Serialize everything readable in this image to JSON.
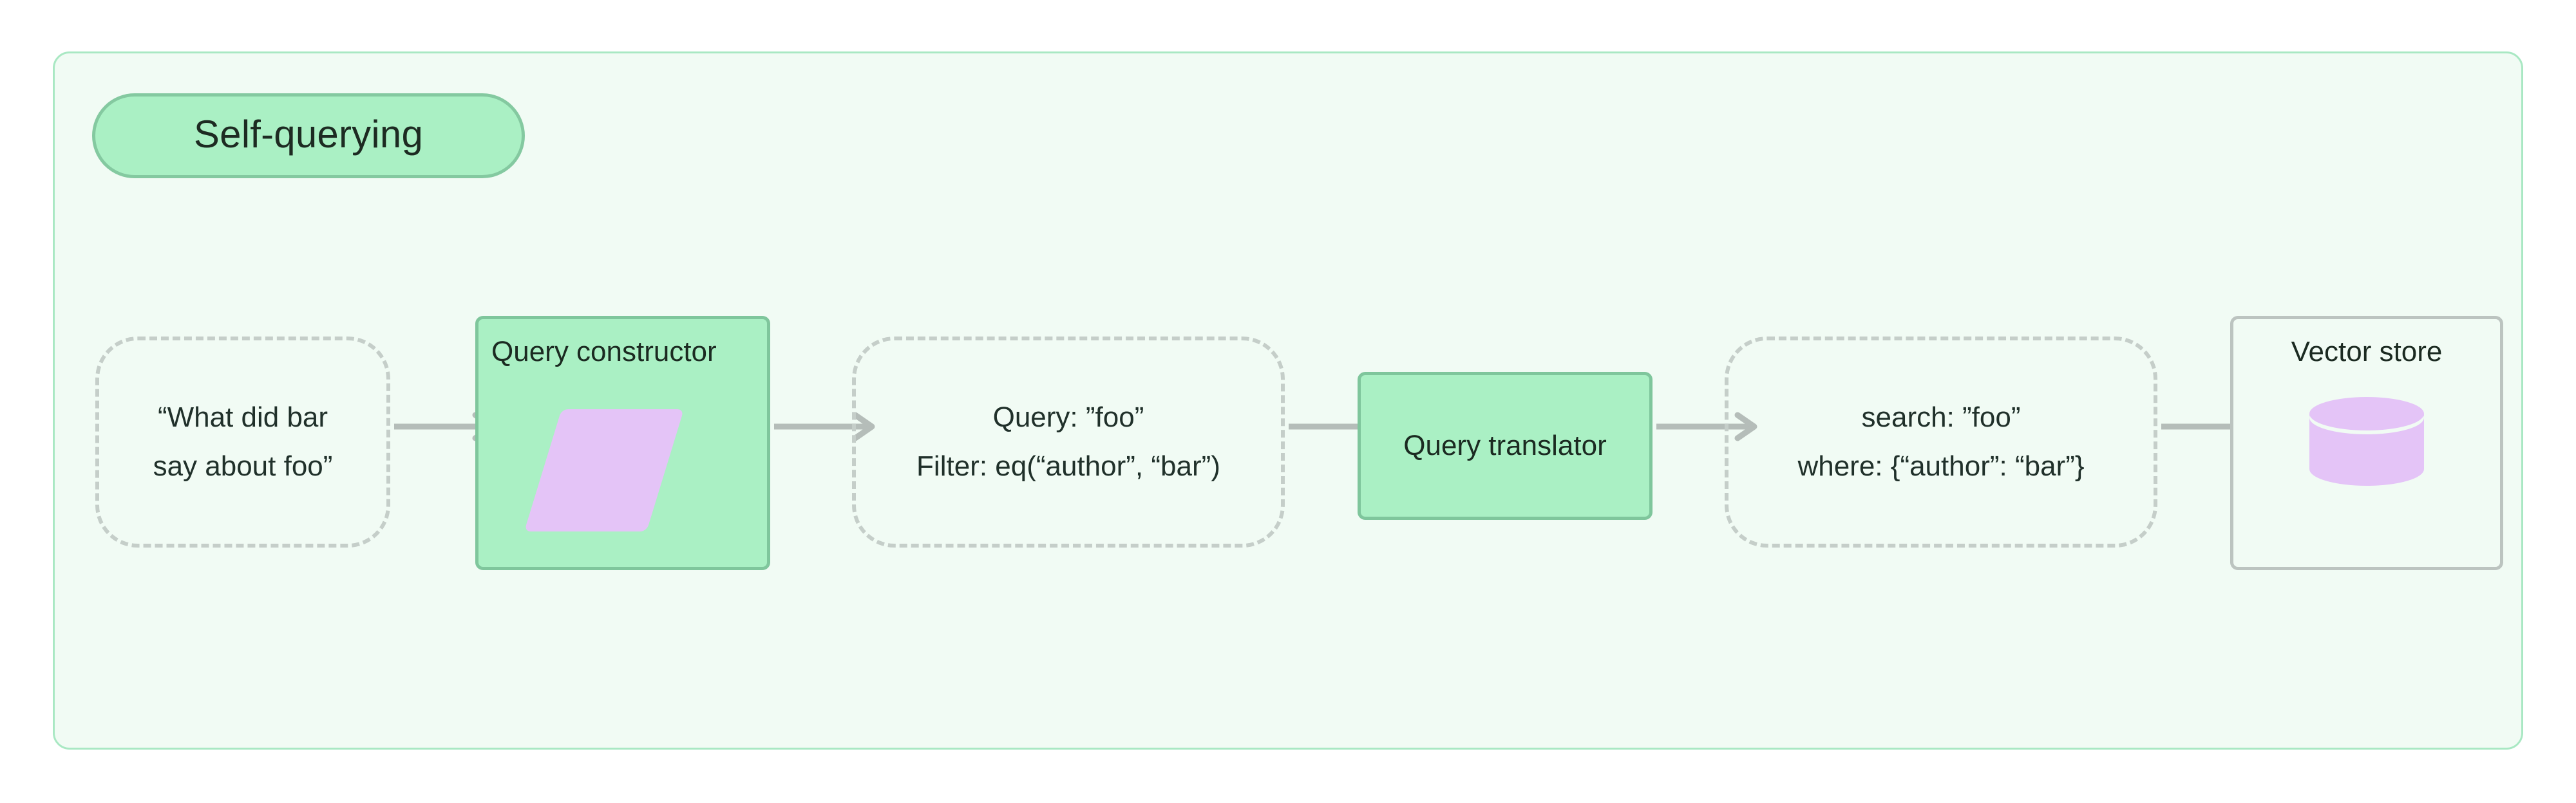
{
  "diagram": {
    "title": "Self-querying",
    "accent_green_fill": "#aaf0c4",
    "accent_green_border": "#7fc69c",
    "container_fill": "#f1fbf4",
    "container_border": "#a9e8c3",
    "dashed_border": "#c5cec9",
    "purple_shape": "#e4c4f7",
    "arrow_color": "#b5bdb9",
    "text_color": "#1b2a21"
  },
  "nodes": {
    "user_query": {
      "name": "user-query",
      "line1": "“What did bar",
      "line2": "say about foo”"
    },
    "query_constructor": {
      "name": "query-constructor",
      "label": "Query constructor",
      "shape": "parallelogram-icon"
    },
    "structured_query": {
      "name": "structured-query",
      "line1": "Query: ”foo”",
      "line2": "Filter: eq(“author”, “bar”)"
    },
    "query_translator": {
      "name": "query-translator",
      "label": "Query translator"
    },
    "native_query": {
      "name": "native-query",
      "line1": "search: ”foo”",
      "line2": "where: {“author”: “bar”}"
    },
    "vector_store": {
      "name": "vector-store",
      "label": "Vector store",
      "shape": "database-cylinder-icon"
    }
  },
  "edges": [
    {
      "from": "user-query",
      "to": "query-constructor",
      "label": ""
    },
    {
      "from": "query-constructor",
      "to": "structured-query",
      "label": ""
    },
    {
      "from": "structured-query",
      "to": "query-translator",
      "label": ""
    },
    {
      "from": "query-translator",
      "to": "native-query",
      "label": ""
    },
    {
      "from": "native-query",
      "to": "vector-store",
      "label": ""
    }
  ]
}
